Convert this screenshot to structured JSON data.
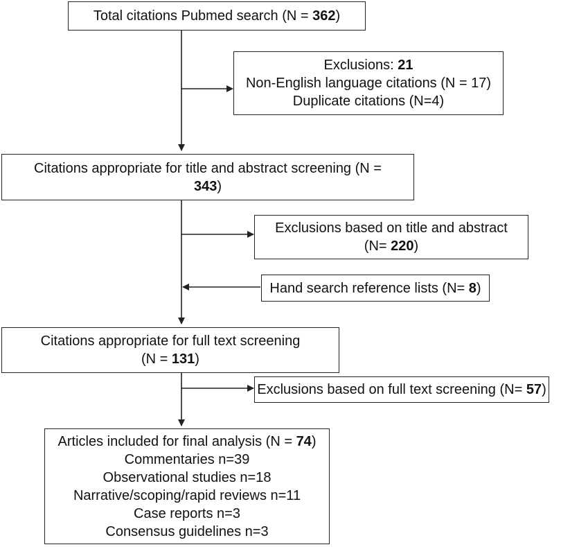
{
  "boxes": {
    "total": {
      "prefix": "Total citations Pubmed search (N = ",
      "value": "362",
      "suffix": ")"
    },
    "exclusions_initial": {
      "title_prefix": "Exclusions:  ",
      "title_value": "21",
      "lines": [
        "Non-English language citations (N = 17)",
        "Duplicate citations (N=4)"
      ]
    },
    "title_abstract": {
      "line1": "Citations appropriate for title  and abstract screening (N =",
      "value": "343",
      "suffix": ")"
    },
    "exclusions_title_abstract": {
      "line1": "Exclusions based on title  and abstract",
      "prefix": "(N= ",
      "value": "220",
      "suffix": ")"
    },
    "hand_search": {
      "prefix": "Hand search reference lists (N= ",
      "value": "8",
      "suffix": ")"
    },
    "full_text": {
      "line1": "Citations appropriate for full text screening",
      "prefix": "(N = ",
      "value": "131",
      "suffix": ")"
    },
    "exclusions_full_text": {
      "prefix": "Exclusions based on full text screening (N= ",
      "value": "57",
      "suffix": ")"
    },
    "final": {
      "prefix": "Articles included for final analysis (N = ",
      "value": "74",
      "suffix": ")",
      "items": [
        "Commentaries n=39",
        "Observational studies n=18",
        "Narrative/scoping/rapid reviews n=11",
        "Case reports n=3",
        "Consensus guidelines n=3"
      ]
    }
  }
}
